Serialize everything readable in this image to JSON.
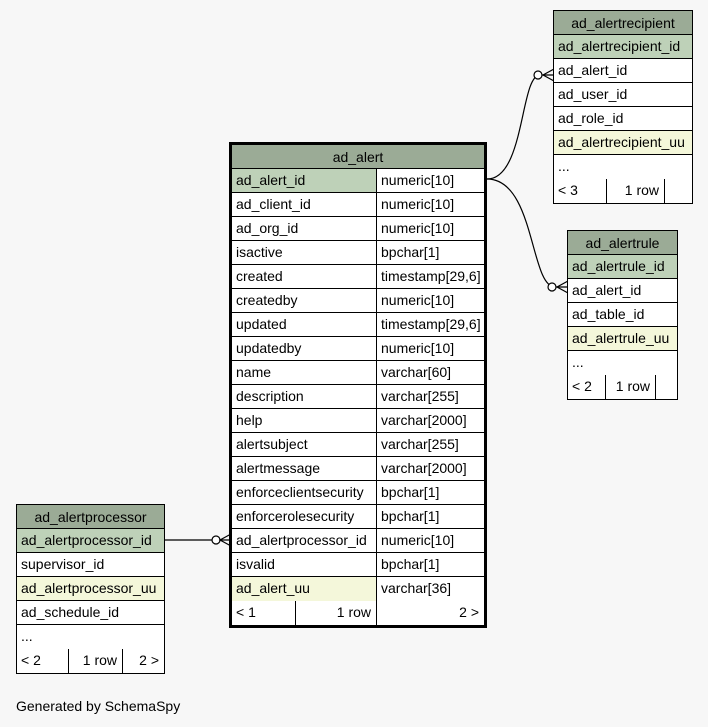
{
  "tables": {
    "ad_alert": {
      "name": "ad_alert",
      "columns": [
        {
          "name": "ad_alert_id",
          "type": "numeric[10]"
        },
        {
          "name": "ad_client_id",
          "type": "numeric[10]"
        },
        {
          "name": "ad_org_id",
          "type": "numeric[10]"
        },
        {
          "name": "isactive",
          "type": "bpchar[1]"
        },
        {
          "name": "created",
          "type": "timestamp[29,6]"
        },
        {
          "name": "createdby",
          "type": "numeric[10]"
        },
        {
          "name": "updated",
          "type": "timestamp[29,6]"
        },
        {
          "name": "updatedby",
          "type": "numeric[10]"
        },
        {
          "name": "name",
          "type": "varchar[60]"
        },
        {
          "name": "description",
          "type": "varchar[255]"
        },
        {
          "name": "help",
          "type": "varchar[2000]"
        },
        {
          "name": "alertsubject",
          "type": "varchar[255]"
        },
        {
          "name": "alertmessage",
          "type": "varchar[2000]"
        },
        {
          "name": "enforceclientsecurity",
          "type": "bpchar[1]"
        },
        {
          "name": "enforcerolesecurity",
          "type": "bpchar[1]"
        },
        {
          "name": "ad_alertprocessor_id",
          "type": "numeric[10]"
        },
        {
          "name": "isvalid",
          "type": "bpchar[1]"
        },
        {
          "name": "ad_alert_uu",
          "type": "varchar[36]"
        }
      ],
      "footer": {
        "parents": "< 1",
        "rows": "1 row",
        "children": "2 >"
      }
    },
    "ad_alertrecipient": {
      "name": "ad_alertrecipient",
      "columns": [
        "ad_alertrecipient_id",
        "ad_alert_id",
        "ad_user_id",
        "ad_role_id",
        "ad_alertrecipient_uu",
        "..."
      ],
      "footer": {
        "parents": "< 3",
        "rows": "1 row",
        "children": ""
      }
    },
    "ad_alertrule": {
      "name": "ad_alertrule",
      "columns": [
        "ad_alertrule_id",
        "ad_alert_id",
        "ad_table_id",
        "ad_alertrule_uu",
        "..."
      ],
      "footer": {
        "parents": "< 2",
        "rows": "1 row",
        "children": ""
      }
    },
    "ad_alertprocessor": {
      "name": "ad_alertprocessor",
      "columns": [
        "ad_alertprocessor_id",
        "supervisor_id",
        "ad_alertprocessor_uu",
        "ad_schedule_id",
        "..."
      ],
      "footer": {
        "parents": "< 2",
        "rows": "1 row",
        "children": "2 >"
      }
    }
  },
  "colors": {
    "header": "#9bab96",
    "primary_key": "#bed1b8",
    "uuid_column": "#f4f7da",
    "background": "#f7f7f7"
  },
  "footer_text": "Generated by SchemaSpy"
}
